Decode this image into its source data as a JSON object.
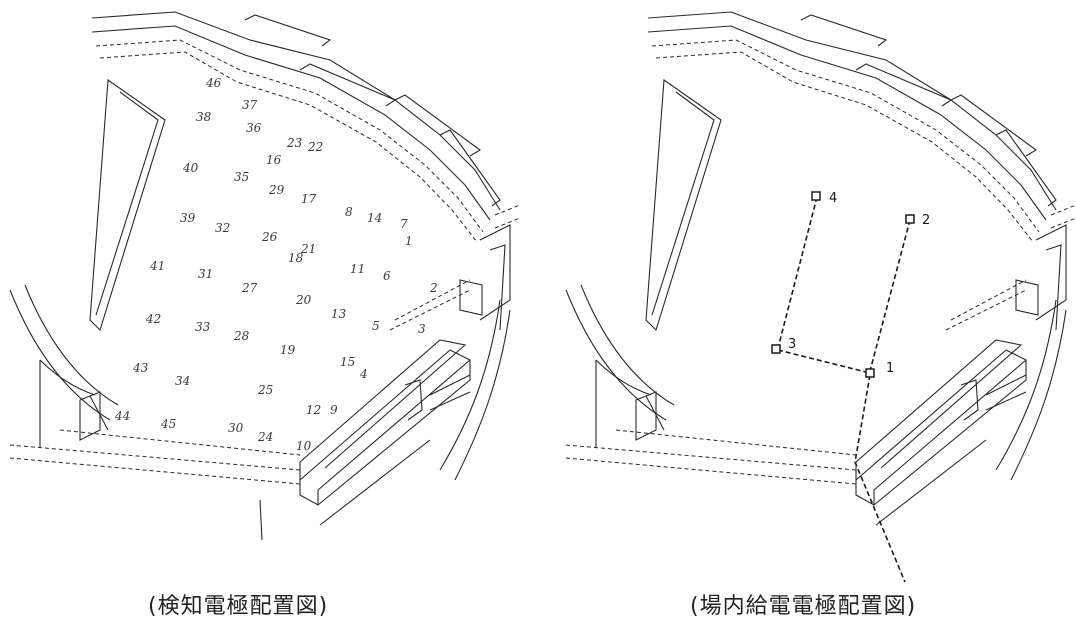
{
  "left_panel": {
    "caption": "(検知電極配置図)",
    "sensor_labels": [
      "1",
      "2",
      "3",
      "4",
      "5",
      "6",
      "7",
      "8",
      "9",
      "10",
      "11",
      "12",
      "13",
      "14",
      "15",
      "16",
      "17",
      "18",
      "19",
      "20",
      "21",
      "22",
      "23",
      "24",
      "25",
      "26",
      "27",
      "28",
      "29",
      "30",
      "31",
      "32",
      "33",
      "34",
      "35",
      "36",
      "37",
      "38",
      "39",
      "40",
      "41",
      "42",
      "43",
      "44",
      "45",
      "46"
    ]
  },
  "right_panel": {
    "caption": "(場内給電電極配置図)",
    "electrode_labels": [
      "1",
      "2",
      "3",
      "4"
    ]
  }
}
